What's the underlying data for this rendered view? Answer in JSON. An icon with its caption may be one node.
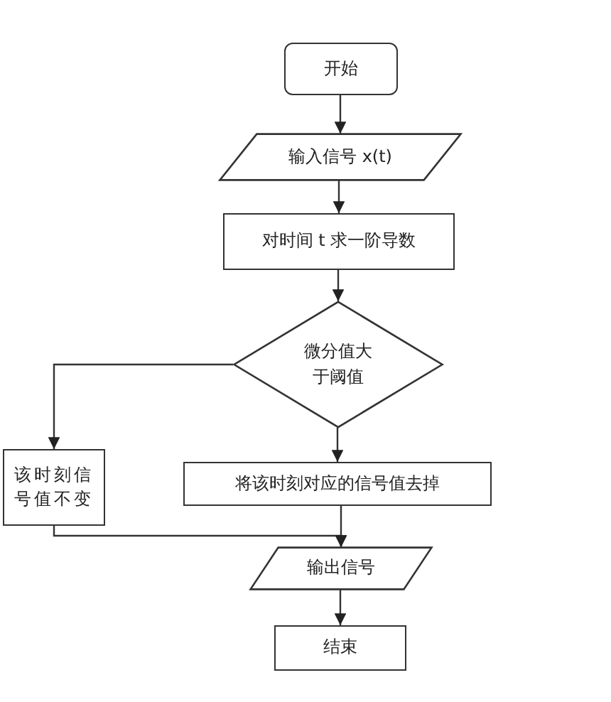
{
  "diagram": {
    "nodes": [
      {
        "text": [
          "开始"
        ]
      },
      {
        "text": [
          "输入信号 x(t)"
        ]
      },
      {
        "text": [
          "对时间 t 求一阶导数"
        ]
      },
      {
        "text": [
          "微分值大于阈值"
        ]
      },
      {
        "text": [
          "该时刻信号值不变"
        ]
      },
      {
        "text": [
          "将该时刻对应的信号值去掉"
        ]
      },
      {
        "text": [
          "输出信号"
        ]
      },
      {
        "text": [
          "结束"
        ]
      }
    ],
    "edges": [
      {
        "from": 0,
        "to": 1,
        "arrow": "to"
      },
      {
        "from": 1,
        "to": 2,
        "arrow": "to"
      },
      {
        "from": 2,
        "to": 3,
        "arrow": "to"
      },
      {
        "from": 3,
        "to": 4,
        "arrow": "to"
      },
      {
        "from": 3,
        "to": 5,
        "arrow": "to"
      },
      {
        "from": 4,
        "to": 6,
        "arrow": "to"
      },
      {
        "from": 5,
        "to": 6,
        "arrow": "to"
      },
      {
        "from": 6,
        "to": 7,
        "arrow": "to"
      }
    ]
  }
}
